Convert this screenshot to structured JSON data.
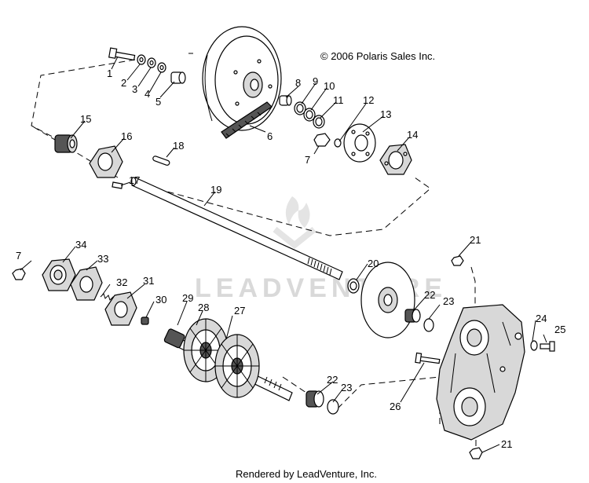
{
  "copyright": "© 2006 Polaris Sales Inc.",
  "footer": "Rendered by LeadVenture, Inc.",
  "watermark": "LEADVENTURE",
  "callouts": [
    {
      "id": "c1",
      "label": "1"
    },
    {
      "id": "c2",
      "label": "2"
    },
    {
      "id": "c3",
      "label": "3"
    },
    {
      "id": "c4",
      "label": "4"
    },
    {
      "id": "c5",
      "label": "5"
    },
    {
      "id": "c6",
      "label": "6"
    },
    {
      "id": "c7a",
      "label": "7"
    },
    {
      "id": "c7b",
      "label": "7"
    },
    {
      "id": "c8",
      "label": "8"
    },
    {
      "id": "c9",
      "label": "9"
    },
    {
      "id": "c10",
      "label": "10"
    },
    {
      "id": "c11",
      "label": "11"
    },
    {
      "id": "c12",
      "label": "12"
    },
    {
      "id": "c13",
      "label": "13"
    },
    {
      "id": "c14",
      "label": "14"
    },
    {
      "id": "c15",
      "label": "15"
    },
    {
      "id": "c16",
      "label": "16"
    },
    {
      "id": "c17",
      "label": "17"
    },
    {
      "id": "c18",
      "label": "18"
    },
    {
      "id": "c19",
      "label": "19"
    },
    {
      "id": "c20",
      "label": "20"
    },
    {
      "id": "c21a",
      "label": "21"
    },
    {
      "id": "c21b",
      "label": "21"
    },
    {
      "id": "c22a",
      "label": "22"
    },
    {
      "id": "c22b",
      "label": "22"
    },
    {
      "id": "c23a",
      "label": "23"
    },
    {
      "id": "c23b",
      "label": "23"
    },
    {
      "id": "c24",
      "label": "24"
    },
    {
      "id": "c25",
      "label": "25"
    },
    {
      "id": "c26",
      "label": "26"
    },
    {
      "id": "c27",
      "label": "27"
    },
    {
      "id": "c28",
      "label": "28"
    },
    {
      "id": "c29",
      "label": "29"
    },
    {
      "id": "c30",
      "label": "30"
    },
    {
      "id": "c31",
      "label": "31"
    },
    {
      "id": "c32",
      "label": "32"
    },
    {
      "id": "c33",
      "label": "33"
    },
    {
      "id": "c34",
      "label": "34"
    }
  ]
}
